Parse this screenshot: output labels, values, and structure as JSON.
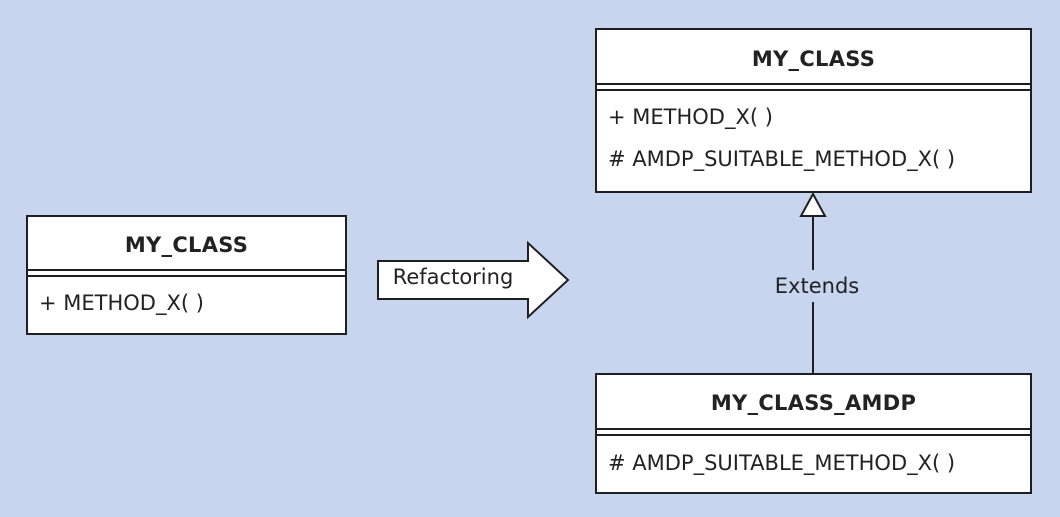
{
  "left_class": {
    "name": "MY_CLASS",
    "methods": [
      "+ METHOD_X( )"
    ]
  },
  "refactor": {
    "label": "Refactoring"
  },
  "base_class": {
    "name": "MY_CLASS",
    "methods": [
      "+ METHOD_X( )",
      "# AMDP_SUITABLE_METHOD_X( )"
    ]
  },
  "relation": {
    "label": "Extends"
  },
  "sub_class": {
    "name": "MY_CLASS_AMDP",
    "methods": [
      "# AMDP_SUITABLE_METHOD_X( )"
    ]
  },
  "colors": {
    "background": "#c7d5ee",
    "box_fill": "#ffffff",
    "stroke": "#1f1f1f"
  }
}
